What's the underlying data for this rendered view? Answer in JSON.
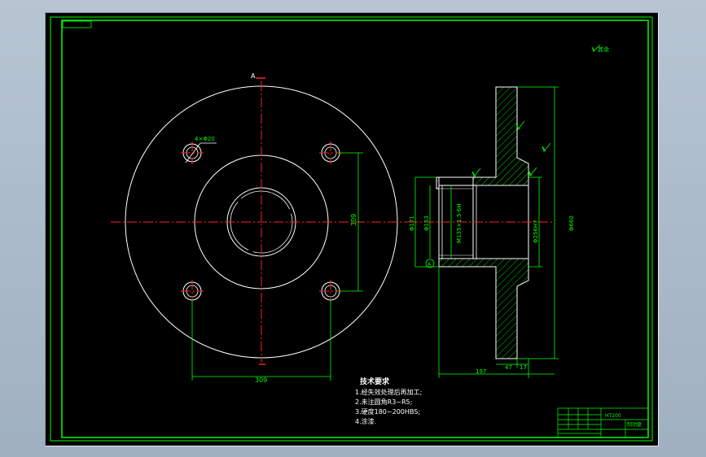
{
  "drawing": {
    "section_mark": "A",
    "section_label": "A-A",
    "roughness_note": "其余",
    "dimensions": {
      "hole_spec": "4×Φ20",
      "bolt_circle_width": "309",
      "bolt_circle_height": "309",
      "bore_left": "Φ171",
      "bore_mid": "Φ153",
      "thread": "M135×1.5-6H",
      "hub_diameter": "Φ256H7",
      "flange_diameter": "Φ660",
      "depth_total": "197",
      "depth_47": "47",
      "depth_17": "17"
    },
    "tech_requirements": {
      "title": "技术要求",
      "items": [
        "1.经失效处理后再加工;",
        "2.未注圆角R3~R5;",
        "3.硬度180~200HBS;",
        "4.涂漆."
      ]
    },
    "title_block": {
      "material": "HT200",
      "part_name": "制动盘"
    }
  },
  "colors": {
    "background": "#000000",
    "outline": "#ffffff",
    "centerline": "#ff2020",
    "dimension": "#00ff00",
    "text": "#ffffff",
    "hatch": "#00ff00",
    "border": "#00ff00"
  }
}
